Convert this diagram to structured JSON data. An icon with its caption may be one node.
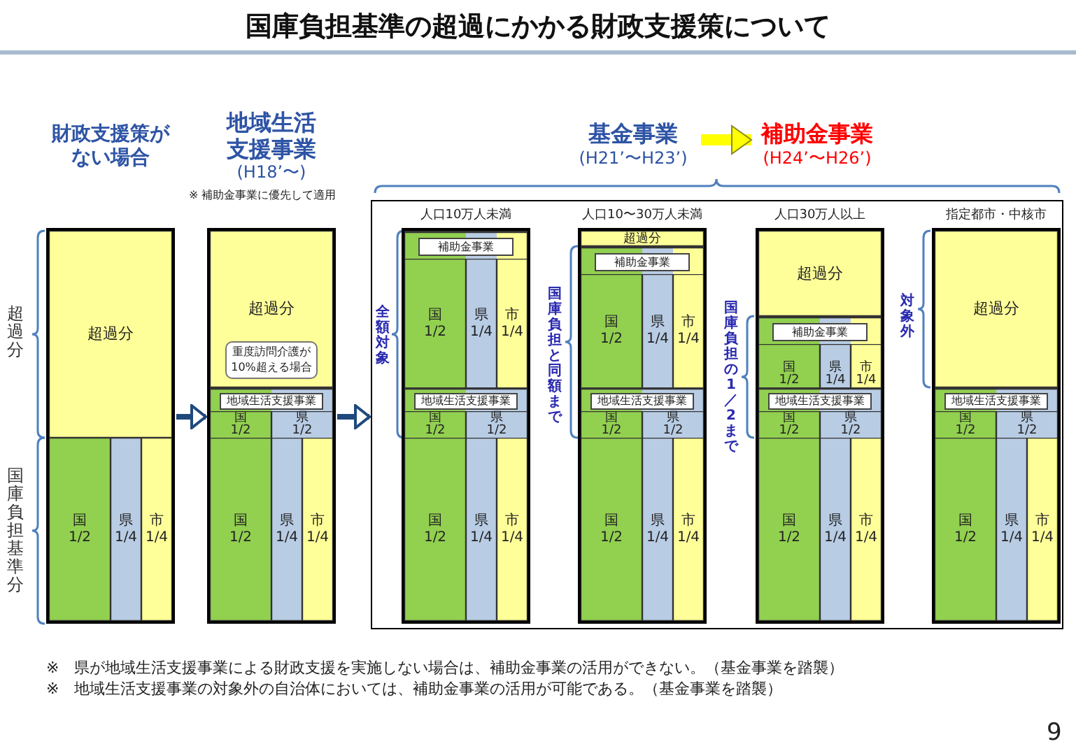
{
  "diagram": {
    "title": "国庫負担基準の超過にかかる財政支援策について",
    "nodes": [
      {
        "text": [
          "財政支援策がない場合"
        ]
      },
      {
        "text": [
          "超過分"
        ],
        "in": 0
      },
      {
        "text": [
          "国",
          "1/2"
        ],
        "in": 0
      },
      {
        "text": [
          "県",
          "1/4"
        ],
        "in": 0
      },
      {
        "text": [
          "市",
          "1/4"
        ],
        "in": 0
      },
      {
        "text": [
          "地域生活支援事業",
          "(H18’〜)"
        ]
      },
      {
        "text": [
          "超過分"
        ],
        "in": 5
      },
      {
        "text": [
          "重度訪問介護が10%超える場合"
        ],
        "in": 6
      },
      {
        "text": [
          "地域生活支援事業"
        ],
        "in": 5
      },
      {
        "text": [
          "国",
          "1/2"
        ],
        "in": 8
      },
      {
        "text": [
          "県",
          "1/2"
        ],
        "in": 8
      },
      {
        "text": [
          "国",
          "1/2"
        ],
        "in": 5
      },
      {
        "text": [
          "県",
          "1/4"
        ],
        "in": 5
      },
      {
        "text": [
          "市",
          "1/4"
        ],
        "in": 5
      },
      {
        "text": [
          "基金事業",
          "(H21’〜H23’)"
        ]
      },
      {
        "text": [
          "補助金事業",
          "(H24’〜H26’)"
        ]
      },
      {
        "text": [],
        "shape": "box"
      },
      {
        "text": [
          "人口10万人未満"
        ],
        "in": 16
      },
      {
        "text": [
          "補助金事業"
        ],
        "in": 17
      },
      {
        "text": [
          "国",
          "1/2"
        ],
        "in": 18
      },
      {
        "text": [
          "県",
          "1/4"
        ],
        "in": 18
      },
      {
        "text": [
          "市",
          "1/4"
        ],
        "in": 18
      },
      {
        "text": [
          "地域生活支援事業"
        ],
        "in": 17
      },
      {
        "text": [
          "国",
          "1/2"
        ],
        "in": 22
      },
      {
        "text": [
          "県",
          "1/2"
        ],
        "in": 22
      },
      {
        "text": [
          "国",
          "1/2"
        ],
        "in": 17
      },
      {
        "text": [
          "県",
          "1/4"
        ],
        "in": 17
      },
      {
        "text": [
          "市",
          "1/4"
        ],
        "in": 17
      },
      {
        "text": [
          "人口10〜30万人未満"
        ],
        "in": 16
      },
      {
        "text": [
          "超過分"
        ],
        "in": 28
      },
      {
        "text": [
          "補助金事業"
        ],
        "in": 28
      },
      {
        "text": [
          "国",
          "1/2"
        ],
        "in": 30
      },
      {
        "text": [
          "県",
          "1/4"
        ],
        "in": 30
      },
      {
        "text": [
          "市",
          "1/4"
        ],
        "in": 30
      },
      {
        "text": [
          "地域生活支援事業"
        ],
        "in": 28
      },
      {
        "text": [
          "国",
          "1/2"
        ],
        "in": 34
      },
      {
        "text": [
          "県",
          "1/2"
        ],
        "in": 34
      },
      {
        "text": [
          "国",
          "1/2"
        ],
        "in": 28
      },
      {
        "text": [
          "県",
          "1/4"
        ],
        "in": 28
      },
      {
        "text": [
          "市",
          "1/4"
        ],
        "in": 28
      },
      {
        "text": [
          "人口30万人以上"
        ],
        "in": 16
      },
      {
        "text": [
          "超過分"
        ],
        "in": 40
      },
      {
        "text": [
          "補助金事業"
        ],
        "in": 40
      },
      {
        "text": [
          "国",
          "1/2"
        ],
        "in": 42
      },
      {
        "text": [
          "県",
          "1/4"
        ],
        "in": 42
      },
      {
        "text": [
          "市",
          "1/4"
        ],
        "in": 42
      },
      {
        "text": [
          "地域生活支援事業"
        ],
        "in": 40
      },
      {
        "text": [
          "国",
          "1/2"
        ],
        "in": 46
      },
      {
        "text": [
          "県",
          "1/2"
        ],
        "in": 46
      },
      {
        "text": [
          "国",
          "1/2"
        ],
        "in": 40
      },
      {
        "text": [
          "県",
          "1/4"
        ],
        "in": 40
      },
      {
        "text": [
          "市",
          "1/4"
        ],
        "in": 40
      },
      {
        "text": [
          "指定都市・中核市"
        ],
        "in": 16
      },
      {
        "text": [
          "超過分"
        ],
        "in": 52
      },
      {
        "text": [
          "地域生活支援事業"
        ],
        "in": 52
      },
      {
        "text": [
          "国",
          "1/2"
        ],
        "in": 54
      },
      {
        "text": [
          "県",
          "1/2"
        ],
        "in": 54
      },
      {
        "text": [
          "国",
          "1/2"
        ],
        "in": 52
      },
      {
        "text": [
          "県",
          "1/4"
        ],
        "in": 52
      },
      {
        "text": [
          "市",
          "1/4"
        ],
        "in": 52
      }
    ],
    "edges": [
      {
        "from": 0,
        "to": 5,
        "arrow": "to"
      },
      {
        "from": 5,
        "to": 16,
        "arrow": "to"
      },
      {
        "from": 14,
        "to": 15,
        "arrow": "to",
        "style": "thick",
        "color": "#ffff00"
      }
    ],
    "labels": [
      "※ 補助金事業に優先して適用",
      "超過分",
      "全額対象",
      "国庫負担と同額まで",
      "対象外",
      "国庫負担の1／2まで",
      "国庫負担基準分",
      "※　県が地域生活支援事業による財政支援を実施しない場合は、補助金事業の活用ができない。（基金事業を踏襲）",
      "※　地域生活支援事業の対象外の自治体においては、補助金事業の活用が可能である。（基金事業を踏襲）",
      "9"
    ]
  }
}
